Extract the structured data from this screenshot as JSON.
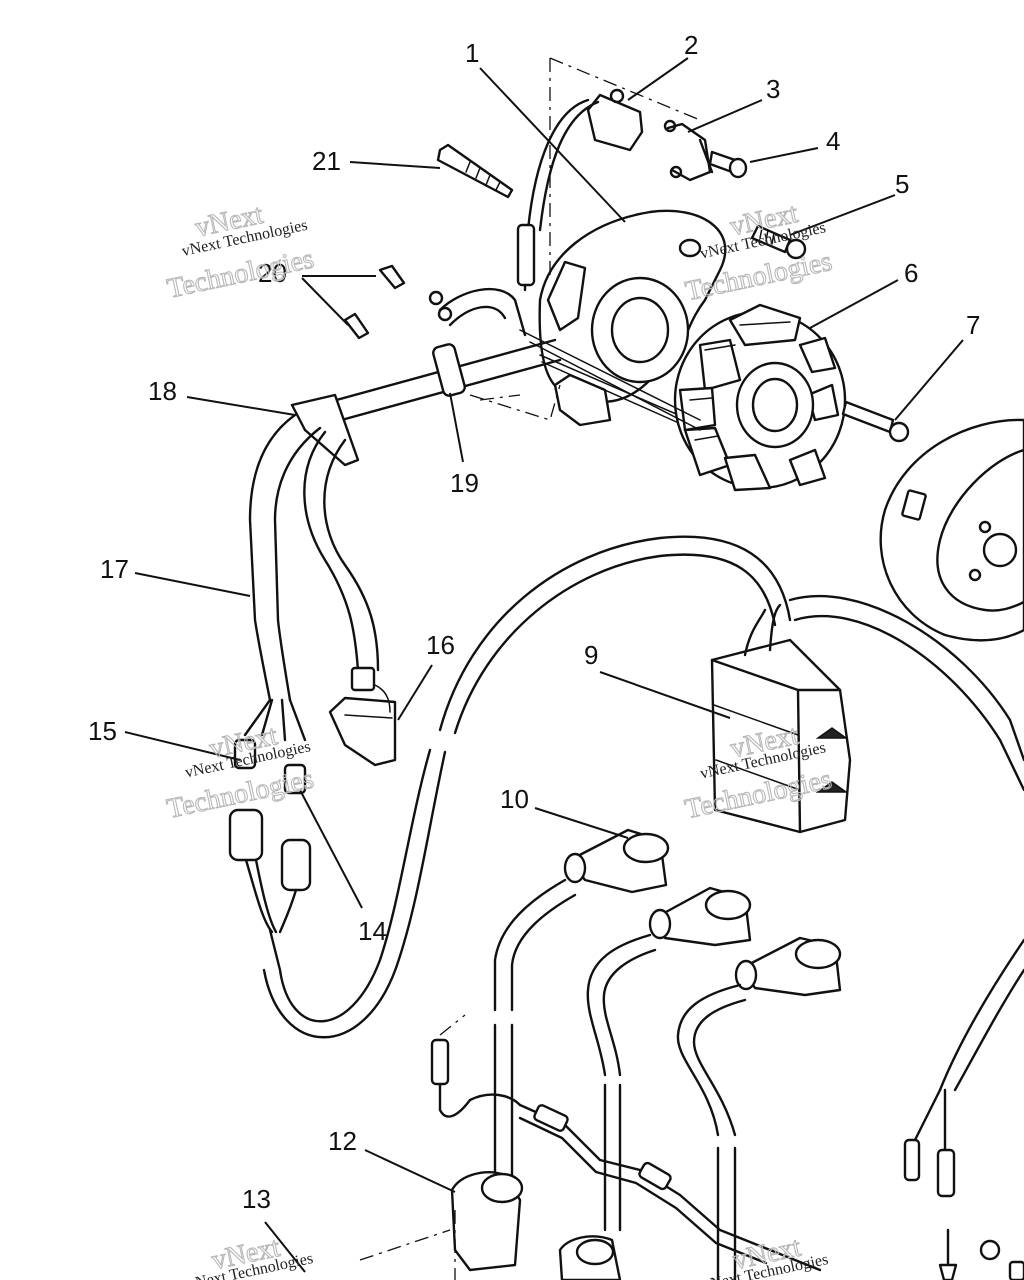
{
  "diagram": {
    "callouts": [
      {
        "id": "1",
        "label": "1"
      },
      {
        "id": "2",
        "label": "2"
      },
      {
        "id": "3",
        "label": "3"
      },
      {
        "id": "4",
        "label": "4"
      },
      {
        "id": "5",
        "label": "5"
      },
      {
        "id": "6",
        "label": "6"
      },
      {
        "id": "7",
        "label": "7"
      },
      {
        "id": "9",
        "label": "9"
      },
      {
        "id": "10",
        "label": "10"
      },
      {
        "id": "12",
        "label": "12"
      },
      {
        "id": "13",
        "label": "13"
      },
      {
        "id": "14",
        "label": "14"
      },
      {
        "id": "15",
        "label": "15"
      },
      {
        "id": "16",
        "label": "16"
      },
      {
        "id": "17",
        "label": "17"
      },
      {
        "id": "18",
        "label": "18"
      },
      {
        "id": "19",
        "label": "19"
      },
      {
        "id": "20",
        "label": "20"
      },
      {
        "id": "21",
        "label": "21"
      }
    ]
  },
  "watermark": {
    "company_line": "vNext Technologies",
    "brand_word_1": "vNext",
    "brand_word_2": "Technologies"
  }
}
